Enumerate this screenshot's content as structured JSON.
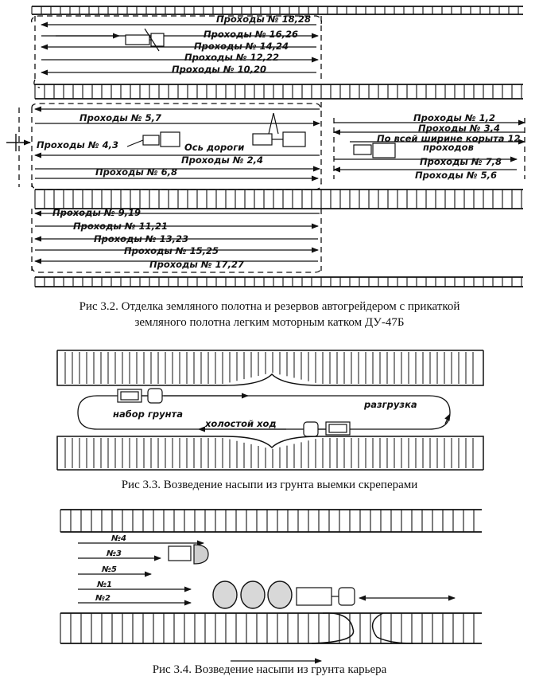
{
  "fig32": {
    "passes_top": [
      "Проходы № 18,28",
      "Проходы № 16,26",
      "Проходы № 14,24",
      "Проходы № 12,22",
      "Проходы № 10,20"
    ],
    "pass_57": "Проходы № 5,7",
    "pass_43": "Проходы № 4,3",
    "axis_label": "Ось дороги",
    "pass_24": "Проходы № 2,4",
    "pass_68": "Проходы № 6,8",
    "passes_right": [
      "Проходы № 1,2",
      "Проходы № 3,4"
    ],
    "full_width_line1": "По всей ширине корыта 12",
    "full_width_line2": "проходов",
    "pass_78": "Проходы № 7,8",
    "pass_56": "Проходы № 5,6",
    "passes_bottom": [
      "Проходы № 9,19",
      "Проходы № 11,21",
      "Проходы № 13,23",
      "Проходы № 15,25",
      "Проходы № 17,27"
    ],
    "caption_line1": "Рис 3.2. Отделка земляного полотна и резервов автогрейдером с прикаткой",
    "caption_line2": "земляного полотна легким моторным катком ДУ-47Б"
  },
  "fig33": {
    "label_load": "набор грунта",
    "label_unload": "разгрузка",
    "label_idle": "холостой ход",
    "caption": "Рис 3.3.  Возведение насыпи из грунта выемки скреперами"
  },
  "fig34": {
    "passes": [
      "№4",
      "№3",
      "№5",
      "№1",
      "№2"
    ],
    "caption": "Рис 3.4.  Возведение насыпи из грунта карьера"
  }
}
